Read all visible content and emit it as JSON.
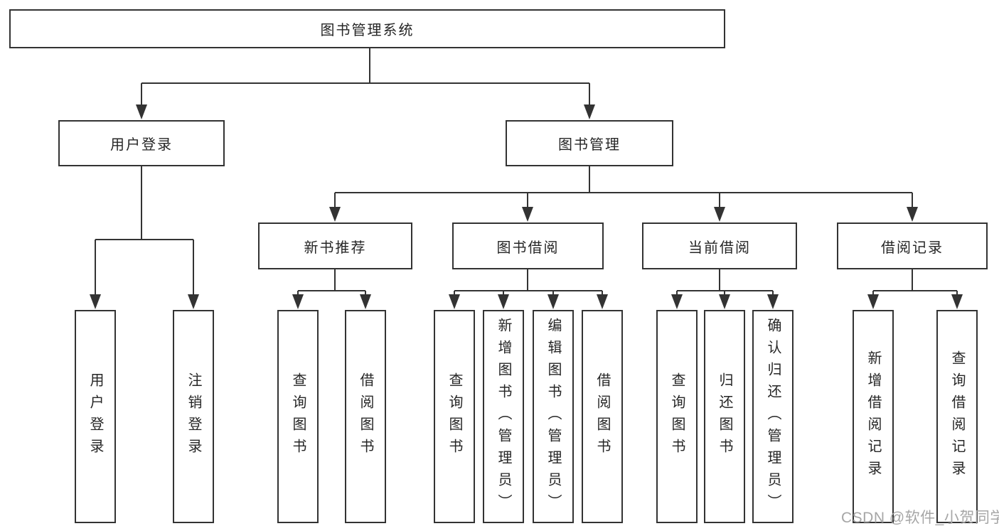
{
  "tree": {
    "label": "图书管理系统",
    "children": [
      {
        "label": "用户登录",
        "children": [
          {
            "label": "用户登录"
          },
          {
            "label": "注销登录"
          }
        ]
      },
      {
        "label": "图书管理",
        "children": [
          {
            "label": "新书推荐",
            "children": [
              {
                "label": "查询图书"
              },
              {
                "label": "借阅图书"
              }
            ]
          },
          {
            "label": "图书借阅",
            "children": [
              {
                "label": "查询图书"
              },
              {
                "label": "新增图书（管理员）"
              },
              {
                "label": "编辑图书（管理员）"
              },
              {
                "label": "借阅图书"
              }
            ]
          },
          {
            "label": "当前借阅",
            "children": [
              {
                "label": "查询图书"
              },
              {
                "label": "归还图书"
              },
              {
                "label": "确认归还（管理员）"
              }
            ]
          },
          {
            "label": "借阅记录",
            "children": [
              {
                "label": "新增借阅记录"
              },
              {
                "label": "查询借阅记录"
              }
            ]
          }
        ]
      }
    ]
  },
  "watermark": {
    "text": "CSDN @软件_小贺同学"
  },
  "colors": {
    "line": "#333333",
    "text": "#262626",
    "box_bg": "#ffffff",
    "watermark": "#a6a6a6",
    "background": "#ffffff"
  }
}
